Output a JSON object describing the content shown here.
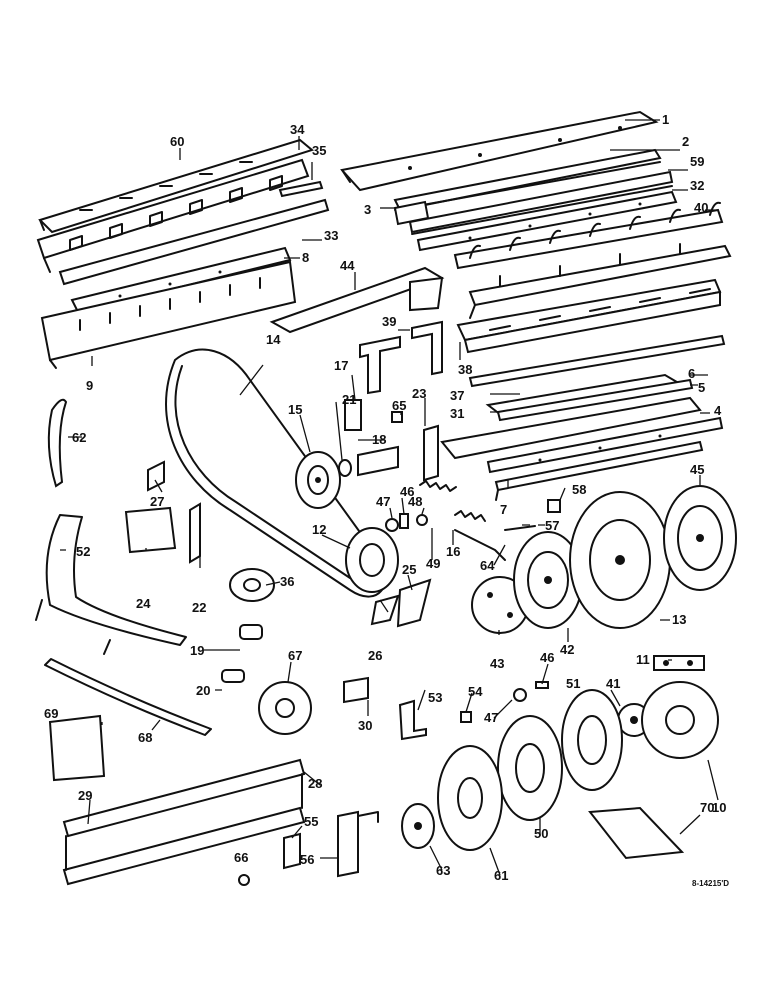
{
  "reference_number": "8-14215'D",
  "callouts": {
    "c1": "1",
    "c2": "2",
    "c3": "3",
    "c4": "4",
    "c5": "5",
    "c6": "6",
    "c7": "7",
    "c8": "8",
    "c9": "9",
    "c10": "10",
    "c11": "11",
    "c12": "12",
    "c13": "13",
    "c14": "14",
    "c15": "15",
    "c16": "16",
    "c17": "17",
    "c18": "18",
    "c19": "19",
    "c20": "20",
    "c21": "21",
    "c22": "22",
    "c23": "23",
    "c24": "24",
    "c25": "25",
    "c26": "26",
    "c27": "27",
    "c28": "28",
    "c29": "29",
    "c30": "30",
    "c31": "31",
    "c32": "32",
    "c33": "33",
    "c34": "34",
    "c35": "35",
    "c36": "36",
    "c37": "37",
    "c38": "38",
    "c39": "39",
    "c40": "40",
    "c41": "41",
    "c42": "42",
    "c43": "43",
    "c44": "44",
    "c45": "45",
    "c46": "46",
    "c46b": "46",
    "c47": "47",
    "c47b": "47",
    "c48": "48",
    "c49": "49",
    "c50": "50",
    "c51": "51",
    "c52": "52",
    "c53": "53",
    "c54": "54",
    "c55": "55",
    "c56": "56",
    "c57": "57",
    "c58": "58",
    "c59": "59",
    "c60": "60",
    "c61": "61",
    "c62": "62",
    "c63": "63",
    "c64": "64",
    "c65": "65",
    "c66": "66",
    "c67": "67",
    "c68": "68",
    "c69": "69",
    "c70": "70"
  }
}
